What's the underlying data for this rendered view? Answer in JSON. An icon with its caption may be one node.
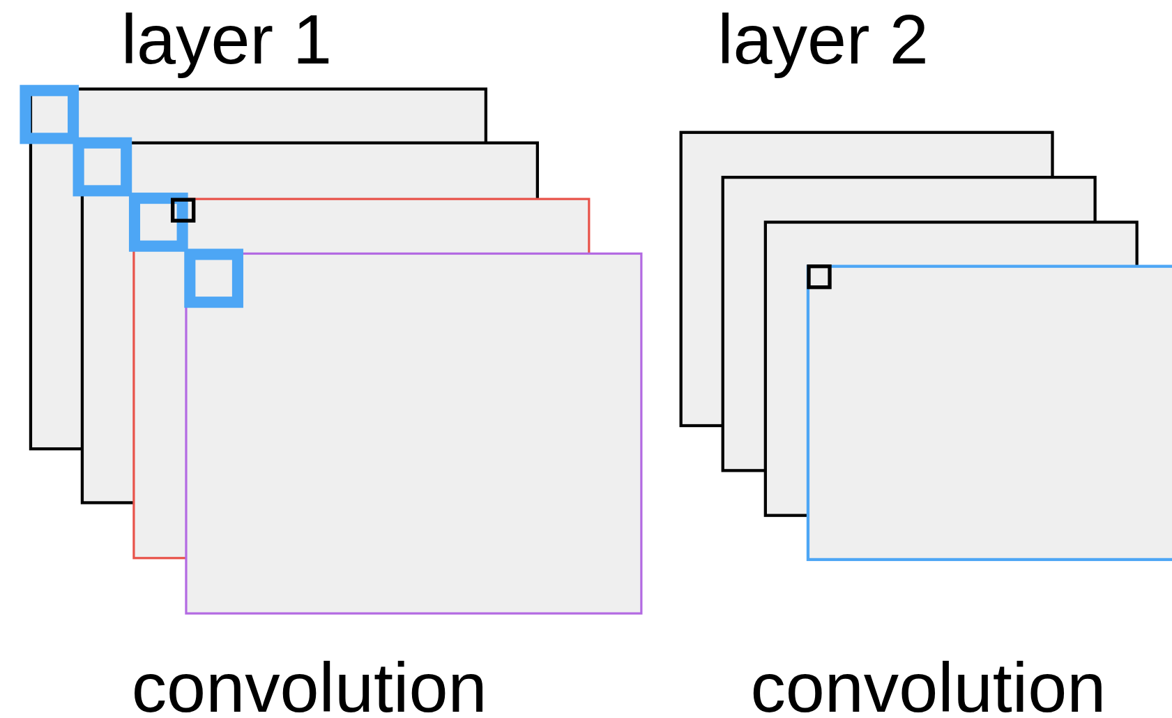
{
  "diagram": {
    "labels": [
      "layer 1",
      "layer 2",
      "convolution",
      "convolution"
    ]
  }
}
